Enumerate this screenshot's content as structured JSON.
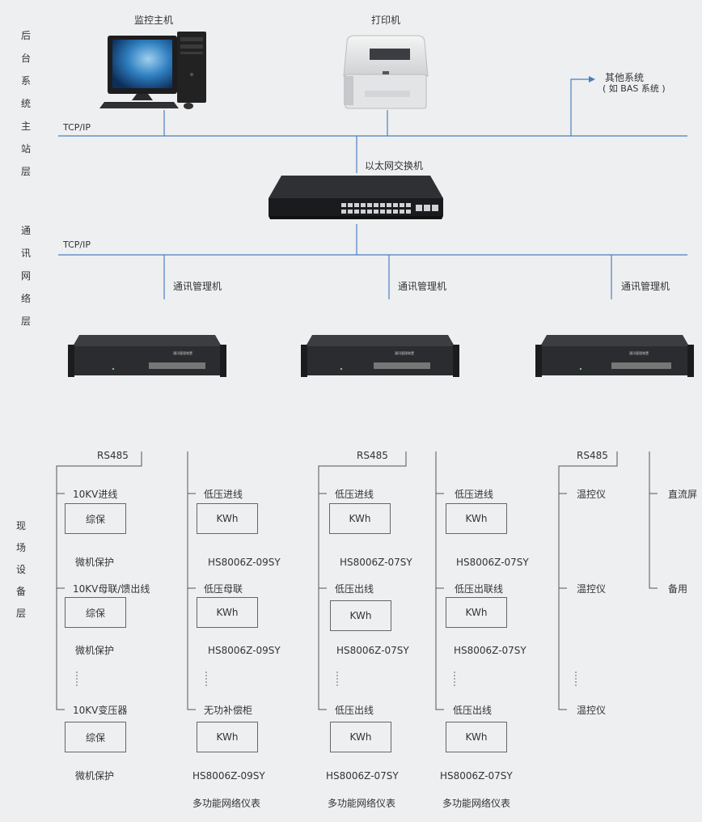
{
  "layers": {
    "master": [
      "后",
      "台",
      "系",
      "统",
      "主",
      "站",
      "层"
    ],
    "network": [
      "通",
      "讯",
      "网",
      "络",
      "层"
    ],
    "field": [
      "现",
      "场",
      "设",
      "备",
      "层"
    ]
  },
  "top": {
    "host_label": "监控主机",
    "printer_label": "打印机",
    "other_system_line1": "其他系统",
    "other_system_line2": "( 如 BAS 系统 )",
    "tcpip_top": "TCP/IP",
    "switch_label": "以太网交换机",
    "tcpip_mid": "TCP/IP",
    "mgr_labels": [
      "通讯管理机",
      "通讯管理机",
      "通讯管理机"
    ],
    "device_caption": "通讯管理装置"
  },
  "field": {
    "rs485": [
      "RS485",
      "RS485",
      "RS485"
    ],
    "col1": {
      "items": [
        "10KV进线",
        "10KV母联/馈出线",
        "10KV变压器"
      ],
      "box": "综保",
      "sub": "微机保护"
    },
    "col2": {
      "items": [
        "低压进线",
        "低压母联",
        "无功补偿柜"
      ],
      "box": "KWh",
      "models": [
        "HS8006Z-09SY",
        "HS8006Z-09SY",
        "HS8006Z-09SY"
      ],
      "footer": "多功能网络仪表"
    },
    "col3": {
      "items": [
        "低压进线",
        "低压出线",
        "低压出线"
      ],
      "box": "KWh",
      "models": [
        "HS8006Z-07SY",
        "HS8006Z-07SY",
        "HS8006Z-07SY"
      ],
      "footer": "多功能网络仪表"
    },
    "col4": {
      "items": [
        "低压进线",
        "低压出联线",
        "低压出线"
      ],
      "box": "KWh",
      "models": [
        "HS8006Z-07SY",
        "HS8006Z-07SY",
        "HS8006Z-07SY"
      ],
      "footer": "多功能网络仪表"
    },
    "col5": {
      "items": [
        "温控仪",
        "温控仪",
        "温控仪"
      ]
    },
    "col6": {
      "items": [
        "直流屏",
        "备用"
      ]
    }
  },
  "colors": {
    "network_line": "#4a7fc0",
    "tree_line": "#555555",
    "background": "#eeeff0"
  }
}
